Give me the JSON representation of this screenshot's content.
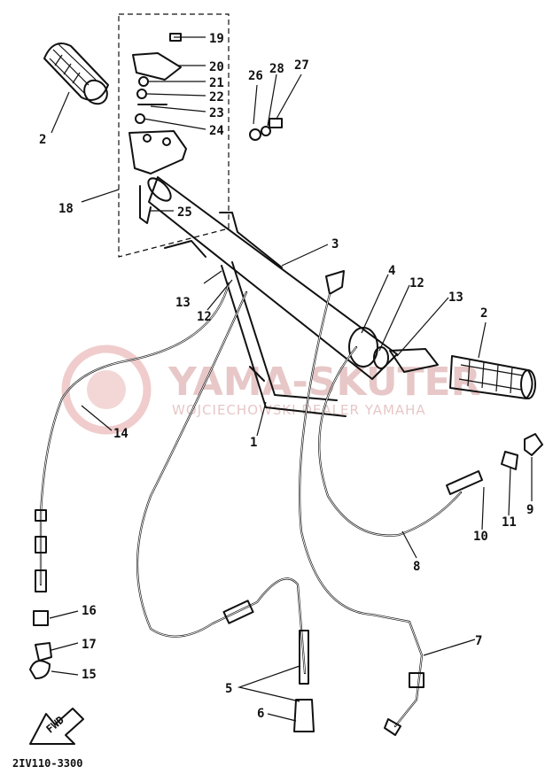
{
  "diagram": {
    "part_code": "2IV110-3300",
    "fwd_label": "FWD",
    "watermark": {
      "brand": "YAMA-SKUTER",
      "tagline": "WOJCIECHOWSKI DEALER YAMAHA"
    },
    "callouts": [
      "19",
      "20",
      "21",
      "22",
      "23",
      "24",
      "18",
      "25",
      "2",
      "26",
      "28",
      "27",
      "3",
      "13",
      "12",
      "4",
      "12",
      "13",
      "2",
      "1",
      "14",
      "11",
      "9",
      "10",
      "8",
      "16",
      "17",
      "15",
      "7",
      "5",
      "6"
    ]
  }
}
